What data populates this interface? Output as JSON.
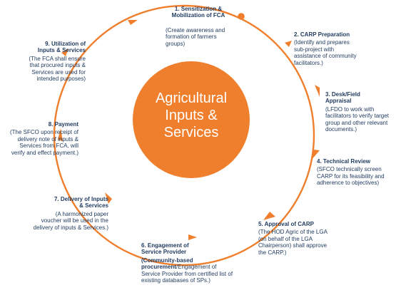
{
  "center": {
    "lines": [
      "Agricultural",
      "Inputs &",
      "Services"
    ]
  },
  "colors": {
    "accent": "#f07f2d",
    "text": "#1f3a5f",
    "center_text": "#ffffff"
  },
  "steps": [
    {
      "title": "1. Sensitization &\nMobilization of FCA",
      "desc": "(Create awareness and\nformation of farmers\ngroups)"
    },
    {
      "title": "2. CARP Preparation",
      "desc": "(Identify and prepares\nsub-project with\nassistance of community\nfacilitators.)"
    },
    {
      "title": "3. Desk/Field\nAppraisal",
      "desc": "(LFDO to work with\nfacilitators to verify target\ngroup and other relevant\ndocuments.)"
    },
    {
      "title": "4. Technical Review",
      "desc": "(SFCO technically screen\nCARP for its feasibility and\nadherence to objectives)"
    },
    {
      "title": "5. Approval of CARP",
      "desc": "(The HOD Agric of the LGA\n(on behalf of the LGA\nChairperson) shall approve\nthe CARP.)"
    },
    {
      "title": "6. Engagement of\nService Provider",
      "desc_bold": "(Community-based\nprocurement",
      "desc": "/Engagement of\nService Provider from certified list of\nexisting databases of SPs.)"
    },
    {
      "title": "7. Delivery of Inputs\n& Services",
      "desc": "(A harmonized paper\nvoucher will be used in the\ndelivery of inputs & Services.)"
    },
    {
      "title": "8. Payment",
      "desc": "(The SFCO upon receipt of\ndelivery note of inputs &\nServices from FCA, will\nverify and effect payment.)"
    },
    {
      "title": "9. Utilization of\nInputs & Services",
      "desc": "(The FCA shall ensure\nthat procured inputs &\nServices are used for\nintended purposes)"
    }
  ]
}
